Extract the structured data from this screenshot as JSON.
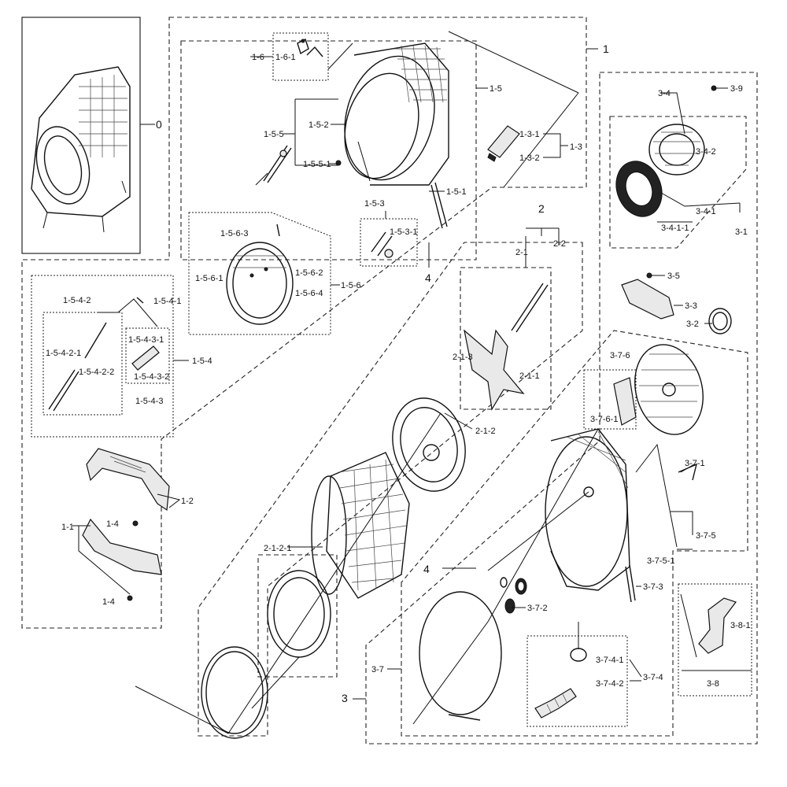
{
  "labels": {
    "l0": "0",
    "l1": "1",
    "l1_1": "1-1",
    "l1_2": "1-2",
    "l1_3": "1-3",
    "l1_3_1": "1-3-1",
    "l1_3_2": "1-3-2",
    "l1_4a": "1-4",
    "l1_4b": "1-4",
    "l1_5": "1-5",
    "l1_5_1": "1-5-1",
    "l1_5_2": "1-5-2",
    "l1_5_3": "1-5-3",
    "l1_5_3_1": "1-5-3-1",
    "l1_5_4": "1-5-4",
    "l1_5_4_1": "1-5-4-1",
    "l1_5_4_2": "1-5-4-2",
    "l1_5_4_2_1": "1-5-4-2-1",
    "l1_5_4_2_2": "1-5-4-2-2",
    "l1_5_4_3": "1-5-4-3",
    "l1_5_4_3_1": "1-5-4-3-1",
    "l1_5_4_3_2": "1-5-4-3-2",
    "l1_5_5": "1-5-5",
    "l1_5_5_1": "1-5-5-1",
    "l1_5_6": "1-5-6",
    "l1_5_6_1": "1-5-6-1",
    "l1_5_6_2": "1-5-6-2",
    "l1_5_6_3": "1-5-6-3",
    "l1_5_6_4": "1-5-6-4",
    "l1_6": "1-6",
    "l1_6_1": "1-6-1",
    "l2": "2",
    "l2_1": "2-1",
    "l2_1_1": "2-1-1",
    "l2_1_2": "2-1-2",
    "l2_1_2_1": "2-1-2-1",
    "l2_1_3": "2-1-3",
    "l2_2": "2-2",
    "l3": "3",
    "l3_1": "3-1",
    "l3_2": "3-2",
    "l3_3": "3-3",
    "l3_4": "3-4",
    "l3_4_1": "3-4-1",
    "l3_4_1_1": "3-4-1-1",
    "l3_4_2": "3-4-2",
    "l3_5": "3-5",
    "l3_7": "3-7",
    "l3_7_1": "3-7-1",
    "l3_7_2": "3-7-2",
    "l3_7_3": "3-7-3",
    "l3_7_4": "3-7-4",
    "l3_7_4_1": "3-7-4-1",
    "l3_7_4_2": "3-7-4-2",
    "l3_7_5": "3-7-5",
    "l3_7_5_1": "3-7-5-1",
    "l3_7_6": "3-7-6",
    "l3_7_6_1": "3-7-6-1",
    "l3_8": "3-8",
    "l3_8_1": "3-8-1",
    "l3_9": "3-9",
    "l4a": "4",
    "l4b": "4"
  }
}
